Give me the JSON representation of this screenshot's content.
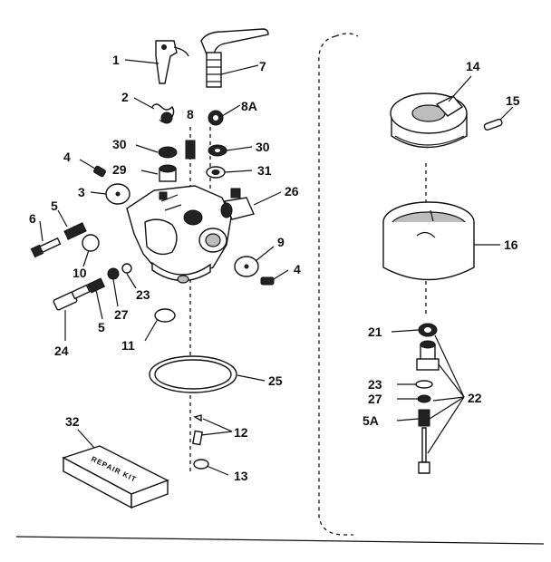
{
  "callouts": {
    "c1": "1",
    "c2": "2",
    "c3": "3",
    "c4a": "4",
    "c4b": "4",
    "c5a": "5",
    "c5b": "5",
    "c6": "6",
    "c7": "7",
    "c8": "8",
    "c8a": "8A",
    "c9": "9",
    "c10": "10",
    "c11": "11",
    "c12": "12",
    "c13": "13",
    "c14": "14",
    "c15": "15",
    "c16": "16",
    "c21": "21",
    "c22": "22",
    "c23a": "23",
    "c23b": "23",
    "c24": "24",
    "c25": "25",
    "c26": "26",
    "c27a": "27",
    "c27b": "27",
    "c29": "29",
    "c30a": "30",
    "c30b": "30",
    "c31": "31",
    "c32": "32",
    "c5a_r": "5A"
  },
  "kit_label": "REPAIR KIT"
}
